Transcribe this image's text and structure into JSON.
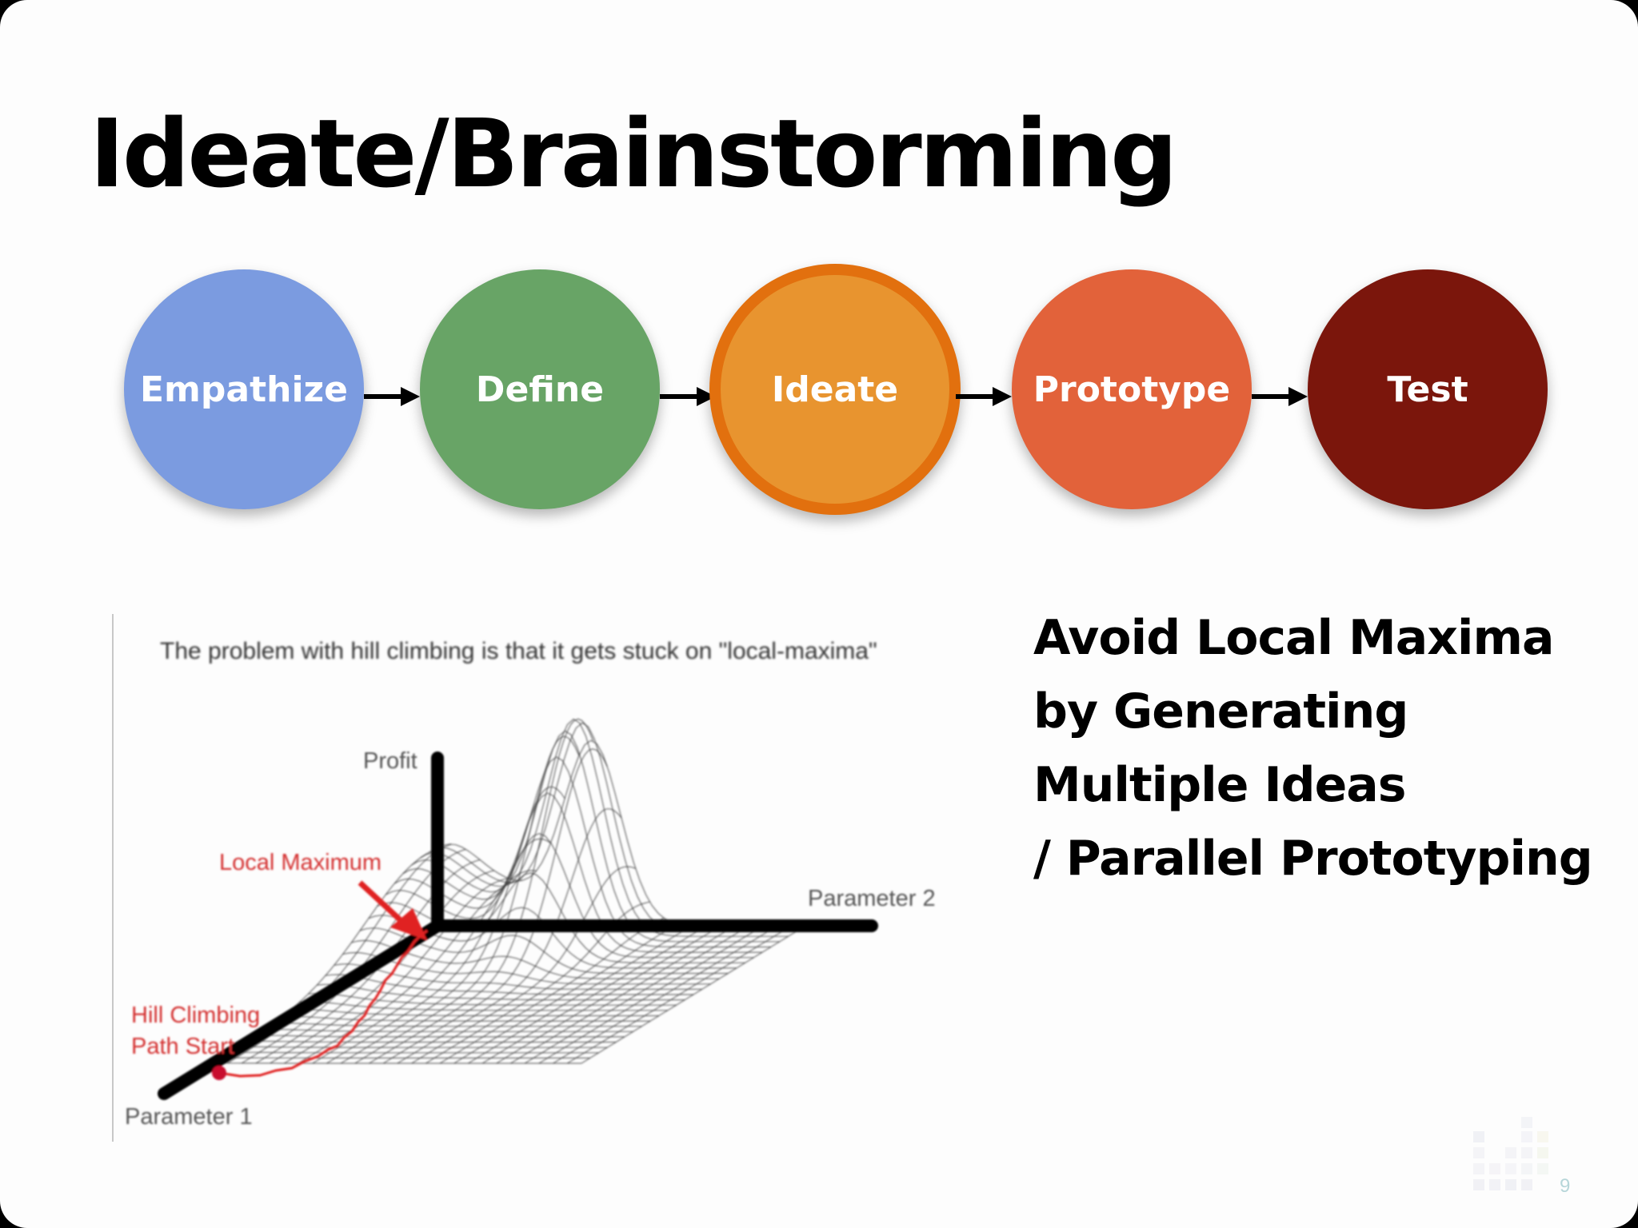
{
  "slide": {
    "title": "Ideate/Brainstorming",
    "page_number": "9"
  },
  "process": {
    "steps": [
      {
        "label": "Empathize",
        "color": "#7b9be0"
      },
      {
        "label": "Define",
        "color": "#68a466"
      },
      {
        "label": "Ideate",
        "color": "#e8942f",
        "border": "#e2700e",
        "highlighted": true
      },
      {
        "label": "Prototype",
        "color": "#e2623a"
      },
      {
        "label": "Test",
        "color": "#7b160c"
      }
    ]
  },
  "figure": {
    "title": "The problem with hill climbing is that it gets stuck on \"local-maxima\"",
    "axis_profit": "Profit",
    "axis_parameter_2": "Parameter 2",
    "axis_parameter_1": "Parameter 1",
    "local_maximum_label": "Local Maximum",
    "path_start_line1": "Hill Climbing",
    "path_start_line2": "Path Start",
    "annotation_color": "#d43030"
  },
  "caption": {
    "lines": [
      "Avoid Local Maxima",
      "by Generating",
      "Multiple Ideas",
      "/ Parallel Prototyping"
    ]
  }
}
